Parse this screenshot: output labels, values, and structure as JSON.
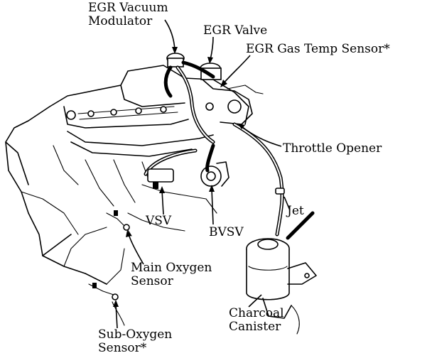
{
  "diagram": {
    "labels": {
      "egr_vacuum_modulator": [
        "EGR Vacuum",
        "Modulator"
      ],
      "egr_valve": "EGR Valve",
      "egr_gas_temp_sensor": "EGR Gas Temp Sensor*",
      "throttle_opener": "Throttle Opener",
      "jet": "Jet",
      "vsv": "VSV",
      "bvsv": "BVSV",
      "main_oxygen_sensor": [
        "Main Oxygen",
        "Sensor"
      ],
      "charcoal_canister": [
        "Charcoal",
        "Canister"
      ],
      "sub_oxygen_sensor": [
        "Sub-Oxygen",
        "Sensor*"
      ]
    },
    "colors": {
      "ink": "#000000",
      "background": "#ffffff"
    }
  }
}
